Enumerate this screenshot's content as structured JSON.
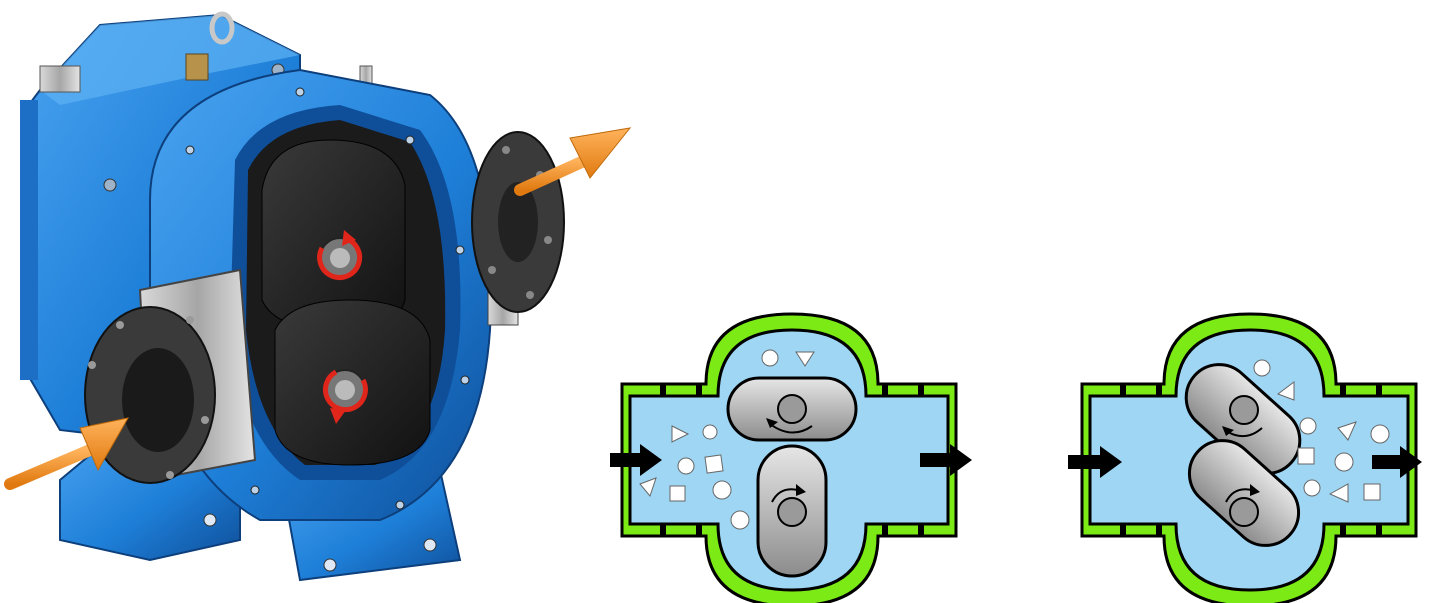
{
  "colors": {
    "pump_blue": "#1e7fd8",
    "pump_blue_dark": "#0f4f9a",
    "pump_blue_light": "#4aa3f0",
    "rotor_black": "#1b1b1b",
    "flange_dark": "#2f2f2f",
    "flow_arrow": "#f28c1e",
    "rotation_arrow": "#e0251b",
    "housing_green": "#7cea14",
    "fluid_blue": "#9fd6f4",
    "lobe_gray": "#b9b9b9",
    "outline": "#000000",
    "particle": "#ffffff"
  },
  "pump_illustration": {
    "flow_arrows": [
      "inlet-arrow",
      "outlet-arrow"
    ],
    "rotor_count": 2
  },
  "diagrams": [
    {
      "id": "vertical-lobes",
      "lobe_orientation": "horizontal-and-vertical"
    },
    {
      "id": "diagonal-lobes",
      "lobe_orientation": "diagonal"
    }
  ]
}
